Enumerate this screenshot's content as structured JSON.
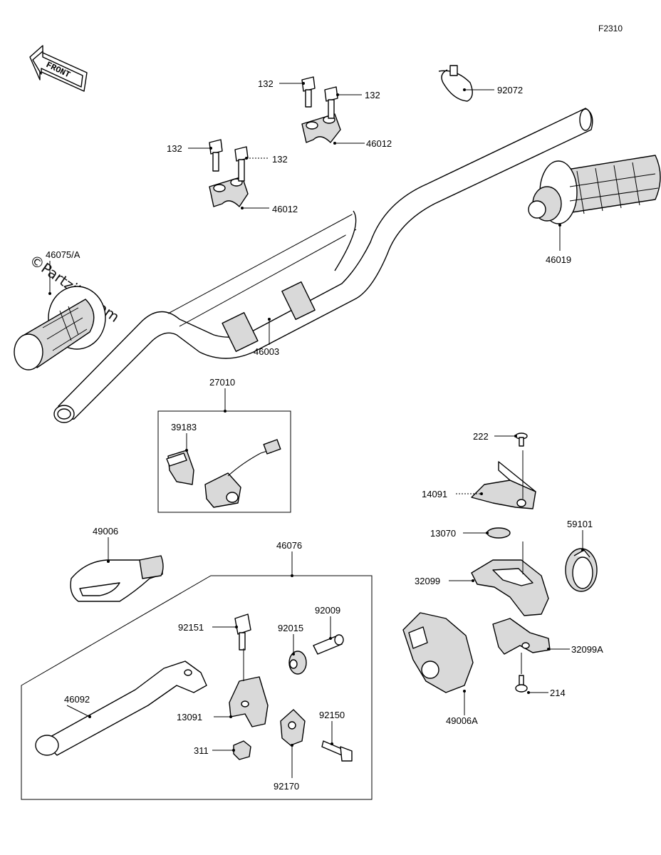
{
  "figure_code": "F2310",
  "front_arrow": {
    "text": "FRONT"
  },
  "watermark": {
    "text": "©Partzilla.com"
  },
  "labels": {
    "p132a": "132",
    "p132b": "132",
    "p132c": "132",
    "p132d": "132",
    "p92072": "92072",
    "p46012a": "46012",
    "p46012b": "46012",
    "p46075": "46075/A",
    "p46019": "46019",
    "p46003": "46003",
    "p27010": "27010",
    "p39183": "39183",
    "p222": "222",
    "p14091": "14091",
    "p13070": "13070",
    "p59101": "59101",
    "p49006": "49006",
    "p46076": "46076",
    "p32099": "32099",
    "p32099a": "32099A",
    "p92009": "92009",
    "p92151": "92151",
    "p92015": "92015",
    "p46092": "46092",
    "p92150": "92150",
    "p13091": "13091",
    "p311": "311",
    "p92170": "92170",
    "p214": "214",
    "p49006a": "49006A"
  }
}
